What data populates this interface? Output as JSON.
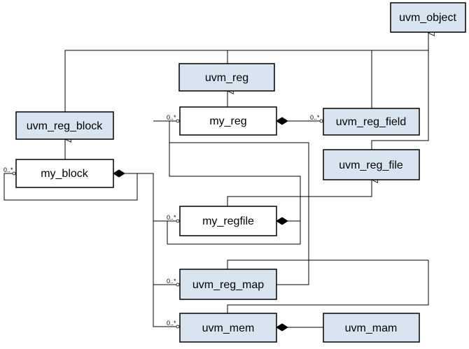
{
  "diagram": {
    "colors": {
      "library_fill": "#d9e4f1",
      "user_fill": "#ffffff",
      "stroke": "#000000"
    },
    "classes": {
      "uvm_object": "uvm_object",
      "uvm_reg": "uvm_reg",
      "my_reg": "my_reg",
      "uvm_reg_field": "uvm_reg_field",
      "uvm_reg_block": "uvm_reg_block",
      "uvm_reg_file": "uvm_reg_file",
      "my_block": "my_block",
      "my_regfile": "my_regfile",
      "uvm_reg_map": "uvm_reg_map",
      "uvm_mem": "uvm_mem",
      "uvm_mam": "uvm_mam"
    },
    "multiplicity": {
      "my_reg_in": "0..*",
      "uvm_reg_field_in": "0..*",
      "my_block_self": "0..*",
      "my_regfile_in": "0..*",
      "uvm_reg_map_in": "0..*",
      "uvm_mem_in": "0..*"
    }
  }
}
